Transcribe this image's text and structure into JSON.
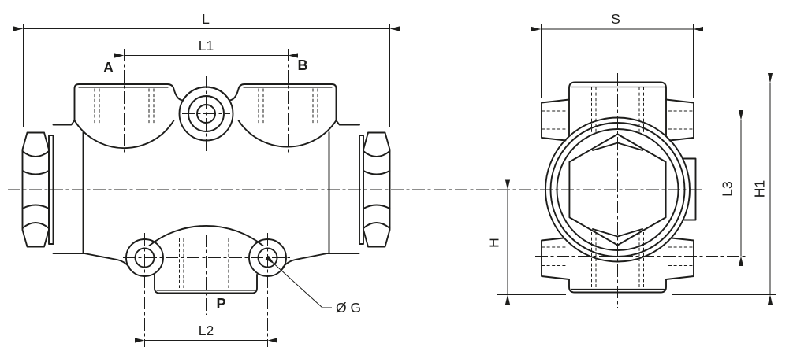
{
  "drawing": {
    "front_view": {
      "dim_overall_length": "L",
      "dim_port_spacing": "L1",
      "dim_mount_hole_spacing": "L2",
      "port_a_label": "A",
      "port_b_label": "B",
      "port_p_label": "P",
      "mount_hole_diameter_callout": "Ø G"
    },
    "side_view": {
      "dim_width_across_flats": "S",
      "dim_height_below_axis": "H",
      "dim_overall_height": "H1",
      "dim_axis_to_mount_axis": "L3"
    },
    "colors": {
      "line": "#1d1d1b",
      "background": "#ffffff"
    }
  }
}
